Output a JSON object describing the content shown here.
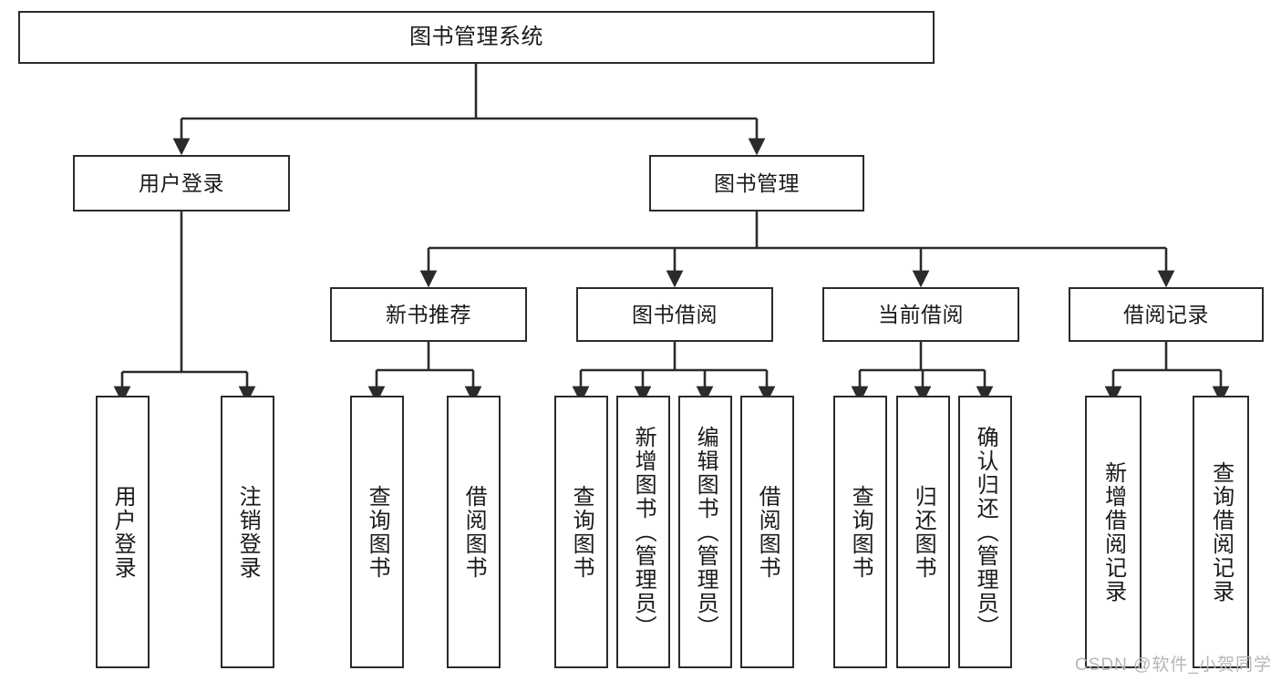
{
  "diagram": {
    "title": "图书管理系统",
    "type": "hierarchy-tree",
    "watermark": "CSDN @软件_小贺同学",
    "colors": {
      "box_border": "#2b2b2b",
      "box_fill": "#ffffff",
      "edge": "#2b2b2b",
      "text": "#1a1a1a",
      "watermark": "#b6b6b6"
    },
    "root": {
      "label": "图书管理系统"
    },
    "level2": [
      {
        "label": "用户登录"
      },
      {
        "label": "图书管理"
      }
    ],
    "level3": [
      {
        "label": "新书推荐"
      },
      {
        "label": "图书借阅"
      },
      {
        "label": "当前借阅"
      },
      {
        "label": "借阅记录"
      }
    ],
    "leaves": {
      "user_login": [
        {
          "label": "用户登录"
        },
        {
          "label": "注销登录"
        }
      ],
      "new_book_recommend": [
        {
          "label": "查询图书"
        },
        {
          "label": "借阅图书"
        }
      ],
      "book_borrow": [
        {
          "label": "查询图书"
        },
        {
          "label": "新增图书（管理员）"
        },
        {
          "label": "编辑图书（管理员）"
        },
        {
          "label": "借阅图书"
        }
      ],
      "current_borrow": [
        {
          "label": "查询图书"
        },
        {
          "label": "归还图书"
        },
        {
          "label": "确认归还（管理员）"
        }
      ],
      "borrow_record": [
        {
          "label": "新增借阅记录"
        },
        {
          "label": "查询借阅记录"
        }
      ]
    }
  }
}
